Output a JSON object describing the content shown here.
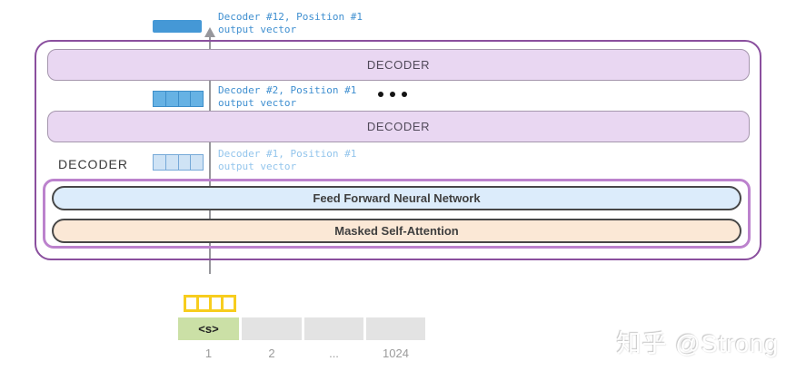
{
  "colors": {
    "outer_border_purple": "#8a4f9e",
    "inner_border_purple": "#bc82cd",
    "decoder_bar_lavender": "#e9d7f2",
    "output_vector_blue": "#4598d6",
    "mid_vector_blue": "#66b2e4",
    "light_vector_blue": "#cfe3f5",
    "ffnn_fill_blue": "#dcecfb",
    "attention_fill_peach": "#fbe8d6",
    "yellow_vector": "#f7cd1e",
    "token_green": "#cbe0a6",
    "token_gray": "#e3e3e3",
    "label_blue": "#3f8fd0",
    "label_blue_faded": "#93c5ec",
    "arrow_gray": "#97979c"
  },
  "stack": {
    "decoder_bar_top_label": "DECODER",
    "decoder_bar_middle_label": "DECODER",
    "side_label": "DECODER",
    "ffnn_label": "Feed Forward Neural Network",
    "attention_label": "Masked Self-Attention"
  },
  "outputs": {
    "d12": {
      "line1": "Decoder #12, Position #1",
      "line2": "output vector"
    },
    "d2": {
      "line1": "Decoder #2, Position #1",
      "line2": "output vector"
    },
    "d1": {
      "line1": "Decoder #1, Position #1",
      "line2": "output vector"
    }
  },
  "input": {
    "token": "<s>",
    "position_labels": [
      "1",
      "2",
      "...",
      "1024"
    ]
  },
  "watermark": "知乎 @Strong"
}
